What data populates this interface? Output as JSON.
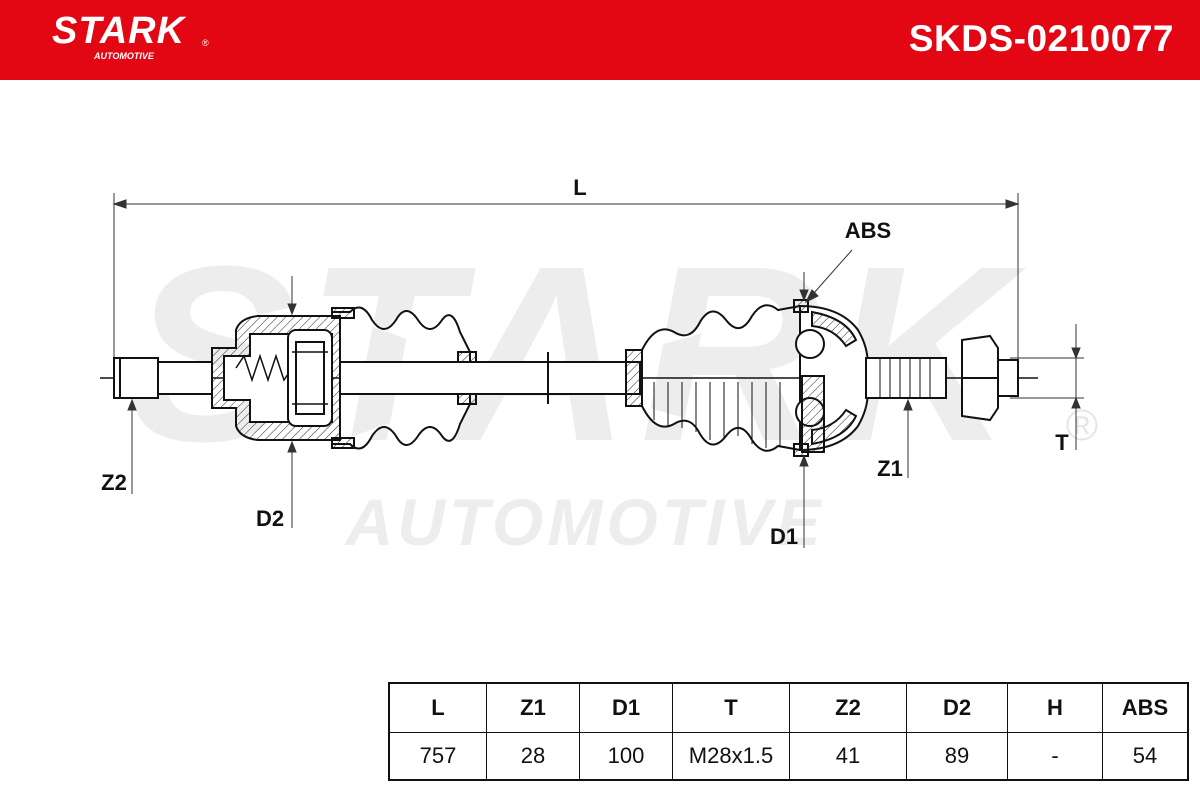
{
  "header": {
    "brand": "STARK",
    "brand_sub": "AUTOMOTIVE",
    "part_number": "SKDS-0210077",
    "color": "#e30613"
  },
  "drawing": {
    "watermark_main": "STARK",
    "watermark_sub": "AUTOMOTIVE",
    "labels": {
      "L": "L",
      "ABS": "ABS",
      "Z2": "Z2",
      "D2": "D2",
      "D1": "D1",
      "Z1": "Z1",
      "T": "T"
    }
  },
  "spec_table": {
    "headers": [
      "L",
      "Z1",
      "D1",
      "T",
      "Z2",
      "D2",
      "H",
      "ABS"
    ],
    "values": [
      "757",
      "28",
      "100",
      "M28x1.5",
      "41",
      "89",
      "-",
      "54"
    ]
  }
}
